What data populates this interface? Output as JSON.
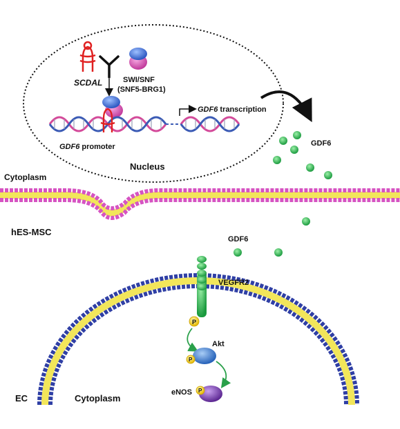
{
  "labels": {
    "scdal": "SCDAL",
    "swi_snf": "SWI/SNF",
    "snf5_brg1": "(SNF5-BRG1)",
    "gdf6_transcription_gene": "GDF6",
    "transcription_word": " transcription",
    "gdf6_promoter_gene": "GDF6",
    "promoter_word": " promoter",
    "nucleus": "Nucleus",
    "cytoplasm_top": "Cytoplasm",
    "hes_msc": "hES-MSC",
    "gdf6_upper": "GDF6",
    "gdf6_lower": "GDF6",
    "vegfr2": "VEGFR2",
    "phospho_1": "P",
    "phospho_2": "P",
    "phospho_3": "P",
    "akt": "Akt",
    "enos": "eNOS",
    "ec": "EC",
    "cytoplasm_bottom": "Cytoplasm"
  },
  "colors": {
    "scdal_rna": "#e02020",
    "swi_blue": "#3a6fd8",
    "swi_pink": "#d64fb0",
    "dna_strand_a": "#d44a9a",
    "dna_strand_b": "#3b5bb5",
    "membrane_head_top": "#d653c2",
    "membrane_tail": "#f2e65a",
    "ec_head": "#2f3fa5",
    "gdf6_dot": "#1fb24a",
    "receptor_green": "#3fb53c",
    "phospho_yellow": "#f5d020",
    "akt_blue": "#3a78d0",
    "enos_purple": "#7b3fb5",
    "arrow_green": "#2aa04a"
  },
  "icons": {
    "scdal": "red-hairpin-rna-icon",
    "swi_snf": "chromatin-remodeler-complex-icon",
    "dna": "double-helix-dna-icon",
    "gdf6": "green-dot-protein-icon",
    "receptor": "vegfr2-receptor-icon"
  }
}
